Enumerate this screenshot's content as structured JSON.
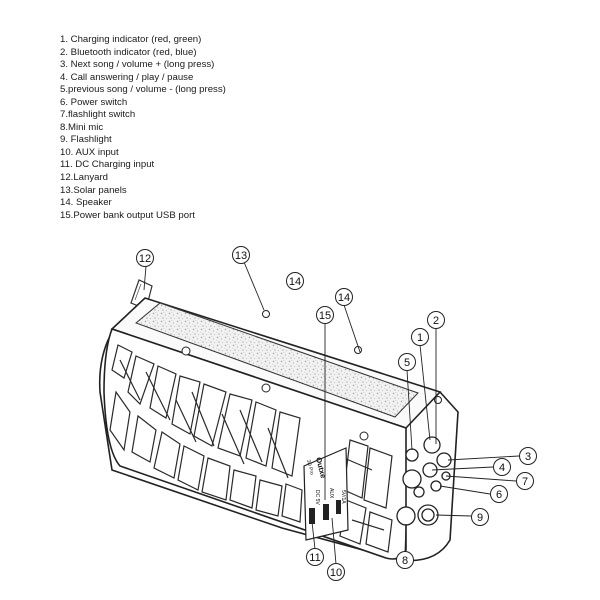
{
  "legend": [
    "1. Charging indicator (red, green)",
    "2. Bluetooth indicator (red, blue)",
    "3. Next song / volume + (long press)",
    "4. Call answering / play / pause",
    "5.previous song / volume - (long press)",
    "6. Power switch",
    "7.flashlight switch",
    "8.Mini mic",
    "9. Flashlight",
    "10. AUX input",
    "11. DC Charging input",
    "12.Lanyard",
    "13.Solar panels",
    "14. Speaker",
    "15.Power bank output USB port"
  ],
  "callouts": [
    "1",
    "2",
    "3",
    "4",
    "5",
    "6",
    "7",
    "8",
    "9",
    "10",
    "11",
    "12",
    "13",
    "14",
    "14",
    "15"
  ],
  "panel_text": {
    "brand": "Outxe",
    "sub": "3D Pro",
    "ports": [
      "DC 5V",
      "AUX",
      "5V/1A"
    ]
  }
}
